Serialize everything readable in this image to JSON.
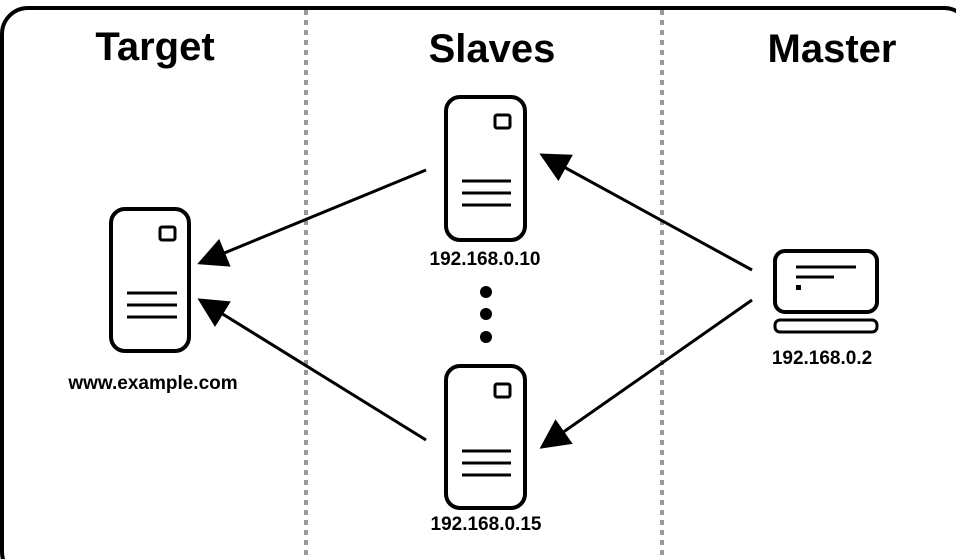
{
  "columns": {
    "target": "Target",
    "slaves": "Slaves",
    "master": "Master"
  },
  "nodes": {
    "target": {
      "label": "www.example.com",
      "icon": "server-icon"
    },
    "slave_top": {
      "label": "192.168.0.10",
      "icon": "server-icon"
    },
    "slave_bottom": {
      "label": "192.168.0.15",
      "icon": "server-icon"
    },
    "master": {
      "label": "192.168.0.2",
      "icon": "laptop-icon"
    }
  },
  "edges": [
    {
      "from": "master",
      "to": "slave_top"
    },
    {
      "from": "master",
      "to": "slave_bottom"
    },
    {
      "from": "slave_top",
      "to": "target"
    },
    {
      "from": "slave_bottom",
      "to": "target"
    }
  ],
  "colors": {
    "stroke": "#000000",
    "divider": "#999999",
    "background": "#ffffff"
  }
}
